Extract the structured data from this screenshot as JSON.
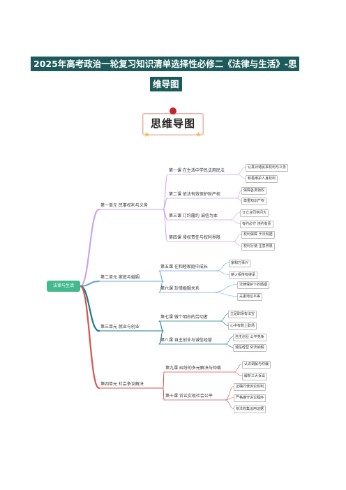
{
  "doc_title_line1": "2025年高考政治一轮复习知识清单选择性必修二《法律与生活》-思",
  "doc_title_line2": "维导图",
  "badge_title": "思维导图",
  "root": "法律与生活",
  "units": [
    {
      "label": "第一单元  民事权利与义务",
      "color": "#cba5ea",
      "lessons": [
        {
          "label": "第一课  在生活中学民法用民法",
          "leaves": [
            "认真对待民事权利与义务",
            "积极维护人身权利"
          ]
        },
        {
          "label": "第二课  依法有效保护财产权",
          "leaves": [
            "保障各类物权",
            "尊重知识产权"
          ]
        },
        {
          "label": "第三课  订约履约  诚信为本",
          "leaves": [
            "订立合同学问大",
            "有约必守  违约有责"
          ]
        },
        {
          "label": "第四课  侵权责任与权利界限",
          "leaves": [
            "权利保障  于法有据",
            "权利行使  注意界限"
          ]
        }
      ]
    },
    {
      "label": "第二单元  家庭与婚姻",
      "color": "#6da7de",
      "lessons": [
        {
          "label": "第五课  在和睦家庭中成长",
          "leaves": [
            "家和万事兴",
            "薪火相传有继承"
          ]
        },
        {
          "label": "第六课  珍惜婚姻关系",
          "leaves": [
            "法律保护下的婚姻",
            "夫妻地位平等"
          ]
        }
      ]
    },
    {
      "label": "第三单元  就业与创业",
      "color": "#167c8a",
      "lessons": [
        {
          "label": "第七课  做个明白的劳动者",
          "leaves": [
            "立足职场有法宝",
            "心中有数上职场"
          ]
        },
        {
          "label": "第八课  自主创业与诚信经营",
          "leaves": [
            "自主创业  公平竞争",
            "诚信经营  依法纳税"
          ]
        }
      ]
    },
    {
      "label": "第四单元  社会争议解决",
      "color": "#d9534f",
      "lessons": [
        {
          "label": "第九课  纠纷的多元解决与仲裁",
          "leaves": [
            "认识调解与仲裁",
            "解析三大诉讼"
          ]
        },
        {
          "label": "第十课  诉讼实现社会公平",
          "leaves": [
            "正确行使诉讼权利",
            "严格遵守诉讼程序",
            "依法收集运用证据"
          ]
        }
      ]
    }
  ]
}
